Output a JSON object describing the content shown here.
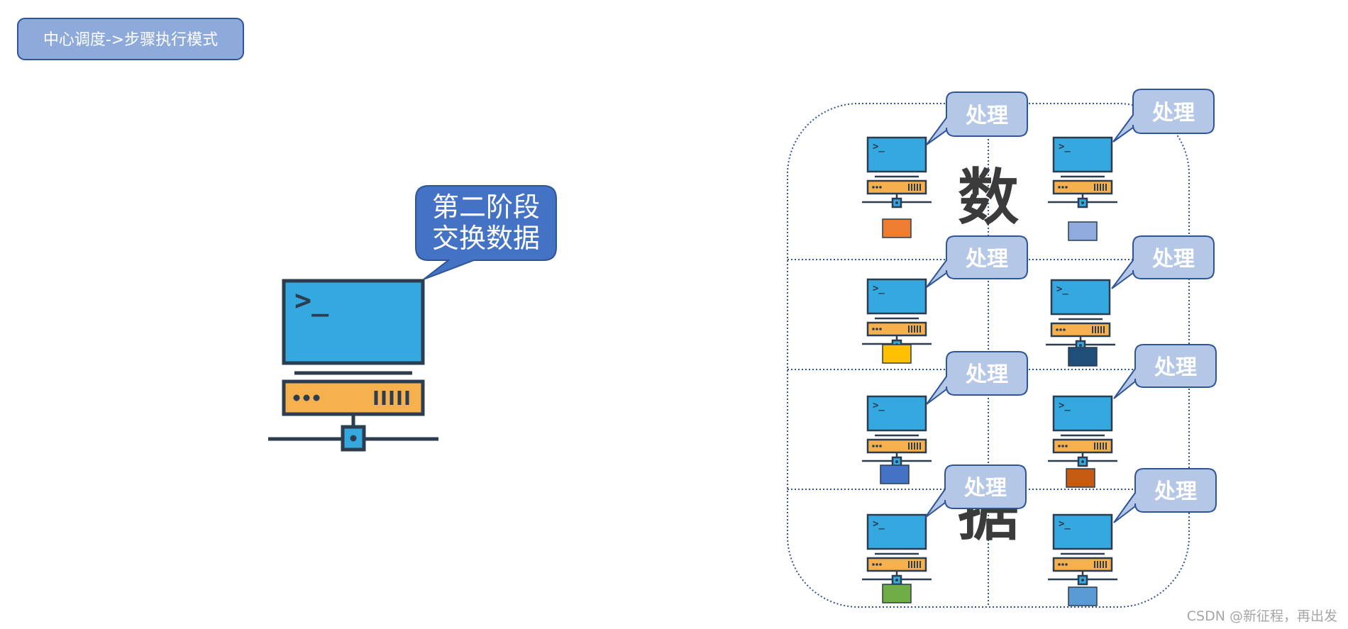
{
  "title": "中心调度->步骤执行模式",
  "stage_callout": {
    "line1": "第二阶段",
    "line2": "交换数据"
  },
  "process_label": "处理",
  "data_chars": {
    "top": "数",
    "bottom": "据"
  },
  "watermark": "CSDN @新征程，再出发",
  "colors": {
    "title_fill": "#8eaadb",
    "stage_fill": "#4472c4",
    "callout_fill": "#b4c7e7",
    "callout_stroke": "#2f5597",
    "monitor": "#35a8e0",
    "server": "#f7b04e",
    "outline": "#2b3d4f"
  },
  "data_blocks": [
    {
      "cell": "row1-left",
      "color": "#ed7d31"
    },
    {
      "cell": "row1-right",
      "color": "#8faadc"
    },
    {
      "cell": "row2-left",
      "color": "#ffc000"
    },
    {
      "cell": "row2-right",
      "color": "#1f4e79"
    },
    {
      "cell": "row3-left",
      "color": "#4472c4"
    },
    {
      "cell": "row3-right",
      "color": "#c55a11"
    },
    {
      "cell": "row4-left",
      "color": "#70ad47"
    },
    {
      "cell": "row4-right",
      "color": "#5b9bd5"
    }
  ]
}
